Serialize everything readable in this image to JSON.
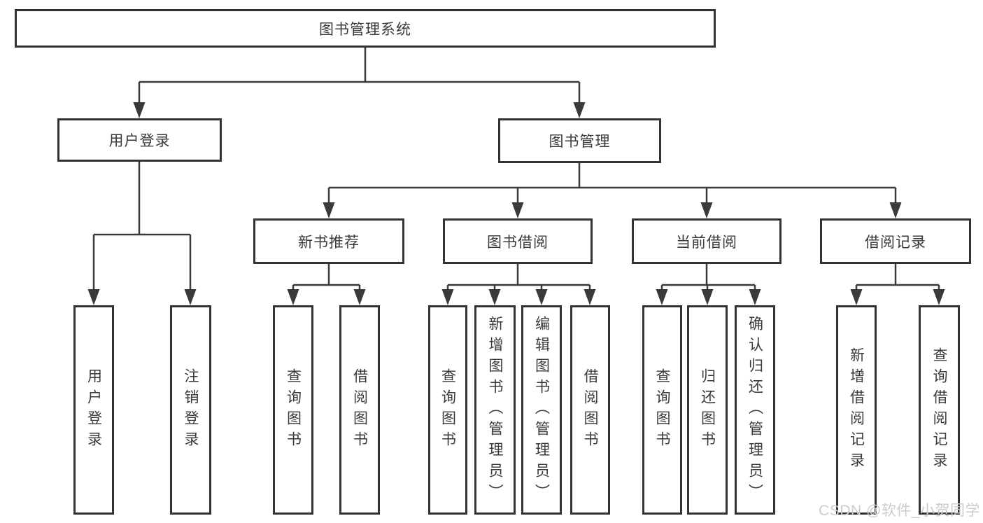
{
  "diagram": {
    "root": {
      "label": "图书管理系统"
    },
    "level2": [
      {
        "label": "用户登录"
      },
      {
        "label": "图书管理"
      }
    ],
    "level3": [
      {
        "label": "新书推荐",
        "parent": "图书管理"
      },
      {
        "label": "图书借阅",
        "parent": "图书管理"
      },
      {
        "label": "当前借阅",
        "parent": "图书管理"
      },
      {
        "label": "借阅记录",
        "parent": "图书管理"
      }
    ],
    "leaves": [
      {
        "label": "用户登录",
        "parent": "用户登录"
      },
      {
        "label": "注销登录",
        "parent": "用户登录"
      },
      {
        "label": "查询图书",
        "parent": "新书推荐"
      },
      {
        "label": "借阅图书",
        "parent": "新书推荐"
      },
      {
        "label": "查询图书",
        "parent": "图书借阅"
      },
      {
        "label": "新增图书（管理员）",
        "parent": "图书借阅"
      },
      {
        "label": "编辑图书（管理员）",
        "parent": "图书借阅"
      },
      {
        "label": "借阅图书",
        "parent": "图书借阅"
      },
      {
        "label": "查询图书",
        "parent": "当前借阅"
      },
      {
        "label": "归还图书",
        "parent": "当前借阅"
      },
      {
        "label": "确认归还（管理员）",
        "parent": "当前借阅"
      },
      {
        "label": "新增借阅记录",
        "parent": "借阅记录"
      },
      {
        "label": "查询借阅记录",
        "parent": "借阅记录"
      }
    ]
  },
  "watermark": {
    "text": "CSDN @软件_小贺同学"
  },
  "colors": {
    "line": "#3a3a3a",
    "box_border": "#333333",
    "text": "#3a3a3a",
    "watermark": "#c9ccd0",
    "background": "#ffffff"
  }
}
